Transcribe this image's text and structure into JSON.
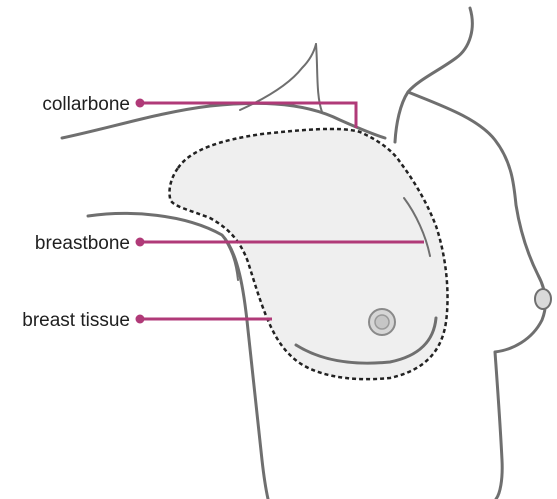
{
  "diagram": {
    "accent_color": "#b03a78",
    "labels": [
      {
        "id": "collarbone",
        "text": "collarbone"
      },
      {
        "id": "breastbone",
        "text": "breastbone"
      },
      {
        "id": "breast_tissue",
        "text": "breast tissue"
      }
    ]
  }
}
